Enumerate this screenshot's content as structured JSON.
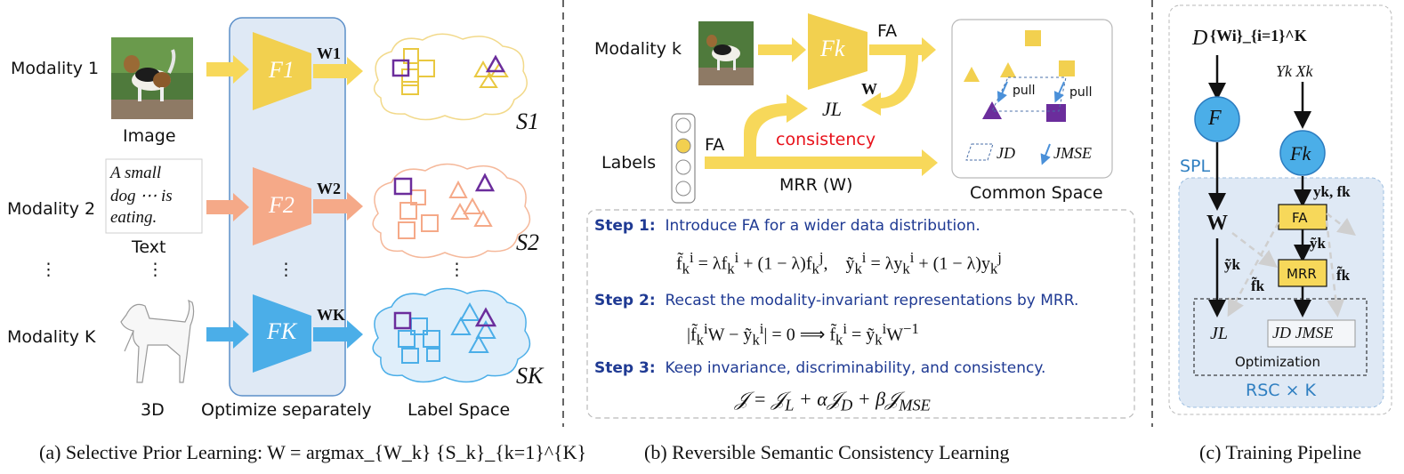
{
  "panel_a": {
    "modality_labels": [
      "Modality 1",
      "Modality 2",
      "Modality K"
    ],
    "vdots": [
      "⋮",
      "⋮",
      "⋮",
      "⋮"
    ],
    "image_label": "Image",
    "text_sample": [
      "A small",
      "dog ⋯ is",
      "eating."
    ],
    "text_label": "Text",
    "label_3d": "3D",
    "networks": [
      "F1",
      "F2",
      "FK"
    ],
    "weights": [
      "W1",
      "W2",
      "WK"
    ],
    "spaces": [
      "S1",
      "S2",
      "SK"
    ],
    "optimize_label": "Optimize separately",
    "label_space": "Label Space",
    "caption": "(a) Selective Prior Learning: W = argmax_{W_k} {S_k}_{k=1}^{K}",
    "colors": {
      "mod1": "#f2d04f",
      "mod2": "#f5a988",
      "modK": "#4baee8",
      "purple": "#6b2d9c",
      "panel_bg": "#dfe9f5"
    }
  },
  "panel_b": {
    "modality_label": "Modality k",
    "network": "Fk",
    "fa_top": "FA",
    "w_label": "W",
    "loss": "JL",
    "consistency": "consistency",
    "labels": "Labels",
    "fa_bottom": "FA",
    "mrr": "MRR (W)",
    "pull1": "pull",
    "pull2": "pull",
    "legend_jd": "JD",
    "legend_jmse": "JMSE",
    "common_space": "Common Space",
    "step1_label": "Step 1:",
    "step1_text": "Introduce FA for a wider data distribution.",
    "step2_label": "Step 2:",
    "step2_text": "Recast the modality-invariant representations by MRR.",
    "step3_label": "Step 3:",
    "step3_text": "Keep invariance, discriminability, and consistency.",
    "caption": "(b) Reversible Semantic Consistency Learning",
    "colors": {
      "yellow": "#f7d85a",
      "red": "#e8121b",
      "purple": "#6b2d9c"
    }
  },
  "panel_c": {
    "top_D": "D",
    "top_W": "{Wi}_{i=1}^K",
    "top_YX": "Yk Xk",
    "F_node": "F",
    "Fk_node": "Fk",
    "spl": "SPL",
    "W": "W",
    "yk_fk": "yk, fk",
    "fa_box": "FA",
    "y_tilde_right": "ỹk",
    "mrr_box": "MRR",
    "y_tilde_left": "ỹk",
    "f_tilde_left": "f̃k",
    "f_tilde_right": "f̃k",
    "JL": "JL",
    "JD_JMSE": "JD JMSE",
    "optimization": "Optimization",
    "rsc": "RSC × K",
    "caption": "(c) Training Pipeline",
    "colors": {
      "node": "#4baee8",
      "box": "#f7d85a",
      "region": "#dfe9f5",
      "spl": "#2f7fc1"
    }
  }
}
